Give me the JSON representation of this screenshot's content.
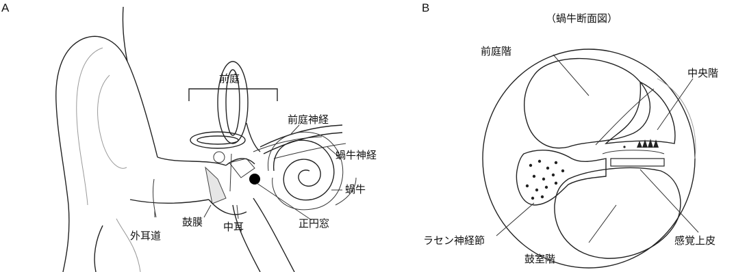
{
  "panel_a": {
    "letter": "A",
    "labels": {
      "vestibule": "前庭",
      "vestibular_nerve": "前庭神経",
      "cochlear_nerve": "蝸牛神経",
      "cochlea": "蝸牛",
      "round_window": "正円窓",
      "middle_ear": "中耳",
      "eardrum": "鼓膜",
      "ear_canal": "外耳道"
    }
  },
  "panel_b": {
    "letter": "B",
    "caption": "（蝸牛断面図）",
    "labels": {
      "scala_vestibuli": "前庭階",
      "scala_media": "中央階",
      "spiral_ganglion": "ラセン神経節",
      "scala_tympani": "鼓室階",
      "sensory_epithelium": "感覚上皮"
    }
  }
}
